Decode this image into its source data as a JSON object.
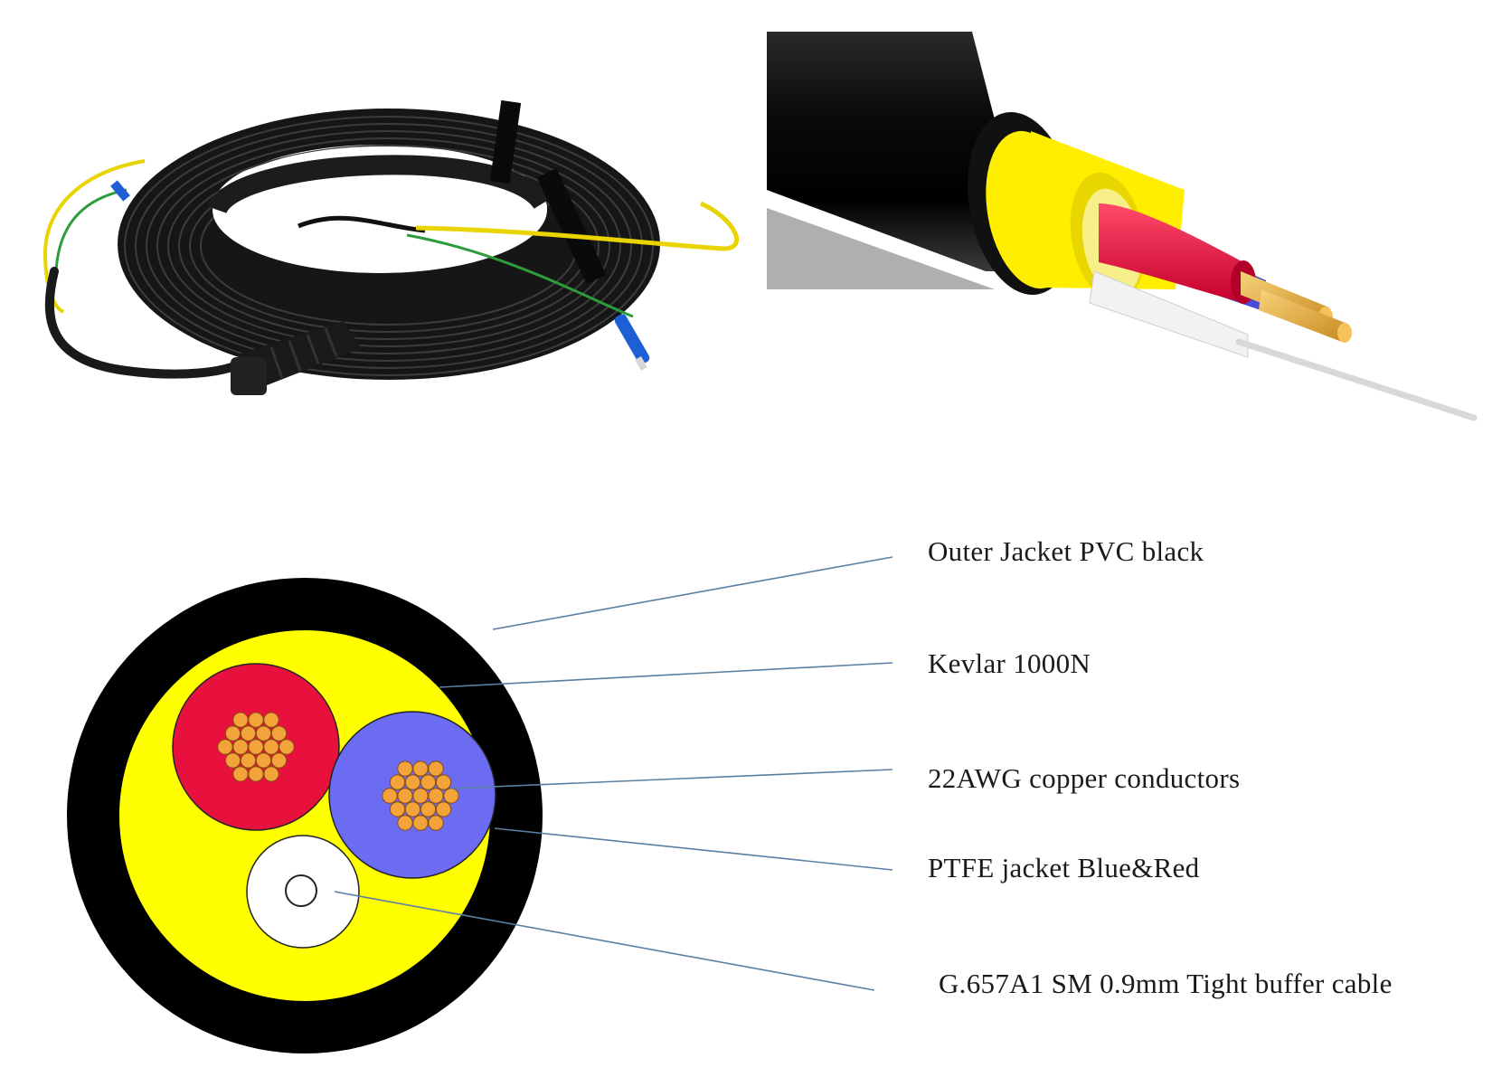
{
  "colors": {
    "outer_jacket": "#000000",
    "kevlar": "#ffff00",
    "red_jacket": "#e8103c",
    "blue_jacket": "#6b6cf2",
    "copper": "#f2a33a",
    "fiber_white": "#ffffff",
    "leader_line": "#5b7fa3"
  },
  "labels": {
    "outer_jacket": "Outer Jacket PVC black",
    "kevlar": "Kevlar 1000N",
    "conductors": "22AWG copper conductors",
    "ptfe": "PTFE jacket Blue&Red",
    "fiber": "G.657A1 SM 0.9mm Tight buffer cable"
  }
}
